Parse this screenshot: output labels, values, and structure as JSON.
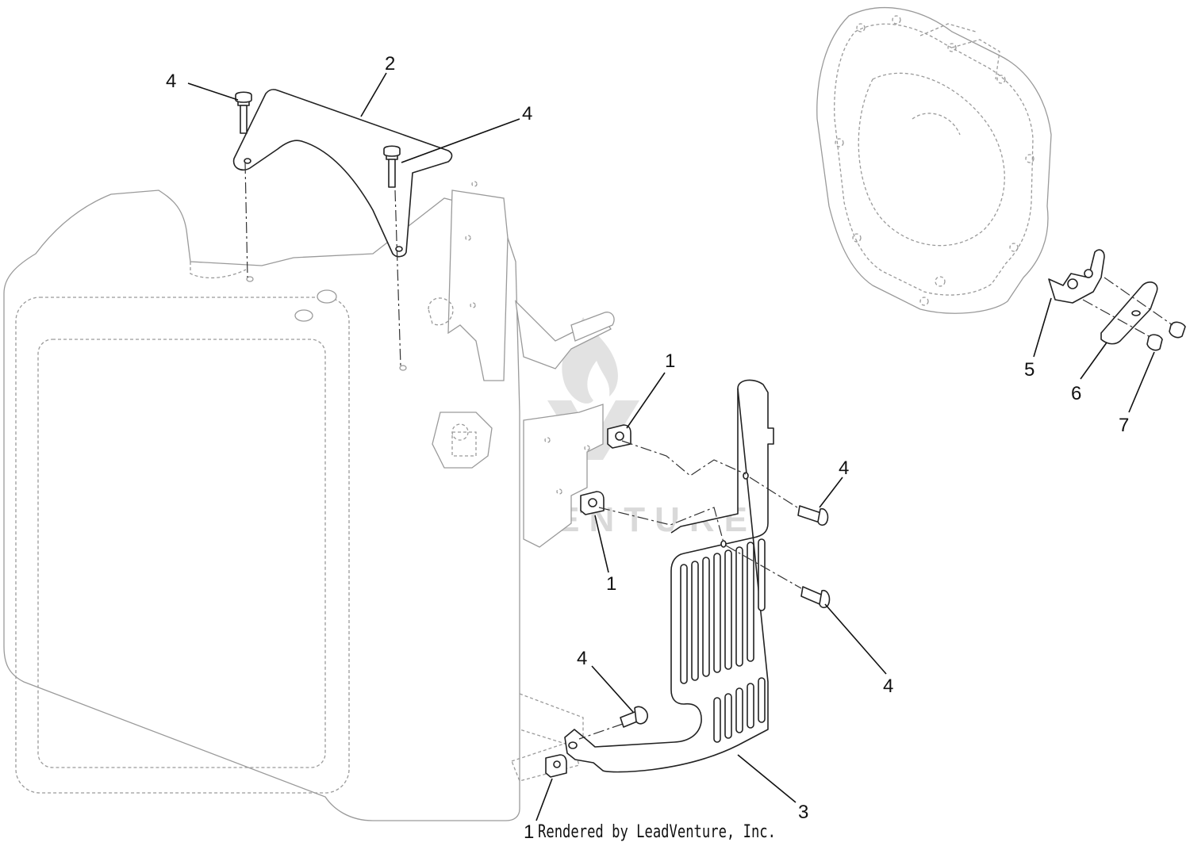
{
  "callouts": {
    "c1_top": "1",
    "c1_mid": "1",
    "c1_bottom": "1",
    "c2": "2",
    "c3": "3",
    "c4_topleft": "4",
    "c4_topright": "4",
    "c4_shield_upper": "4",
    "c4_shield_lower": "4",
    "c4_bottom": "4",
    "c5": "5",
    "c6": "6",
    "c7": "7"
  },
  "watermark": {
    "text": "LEADVENTURE"
  },
  "credit": {
    "text": "Rendered by LeadVenture, Inc."
  }
}
